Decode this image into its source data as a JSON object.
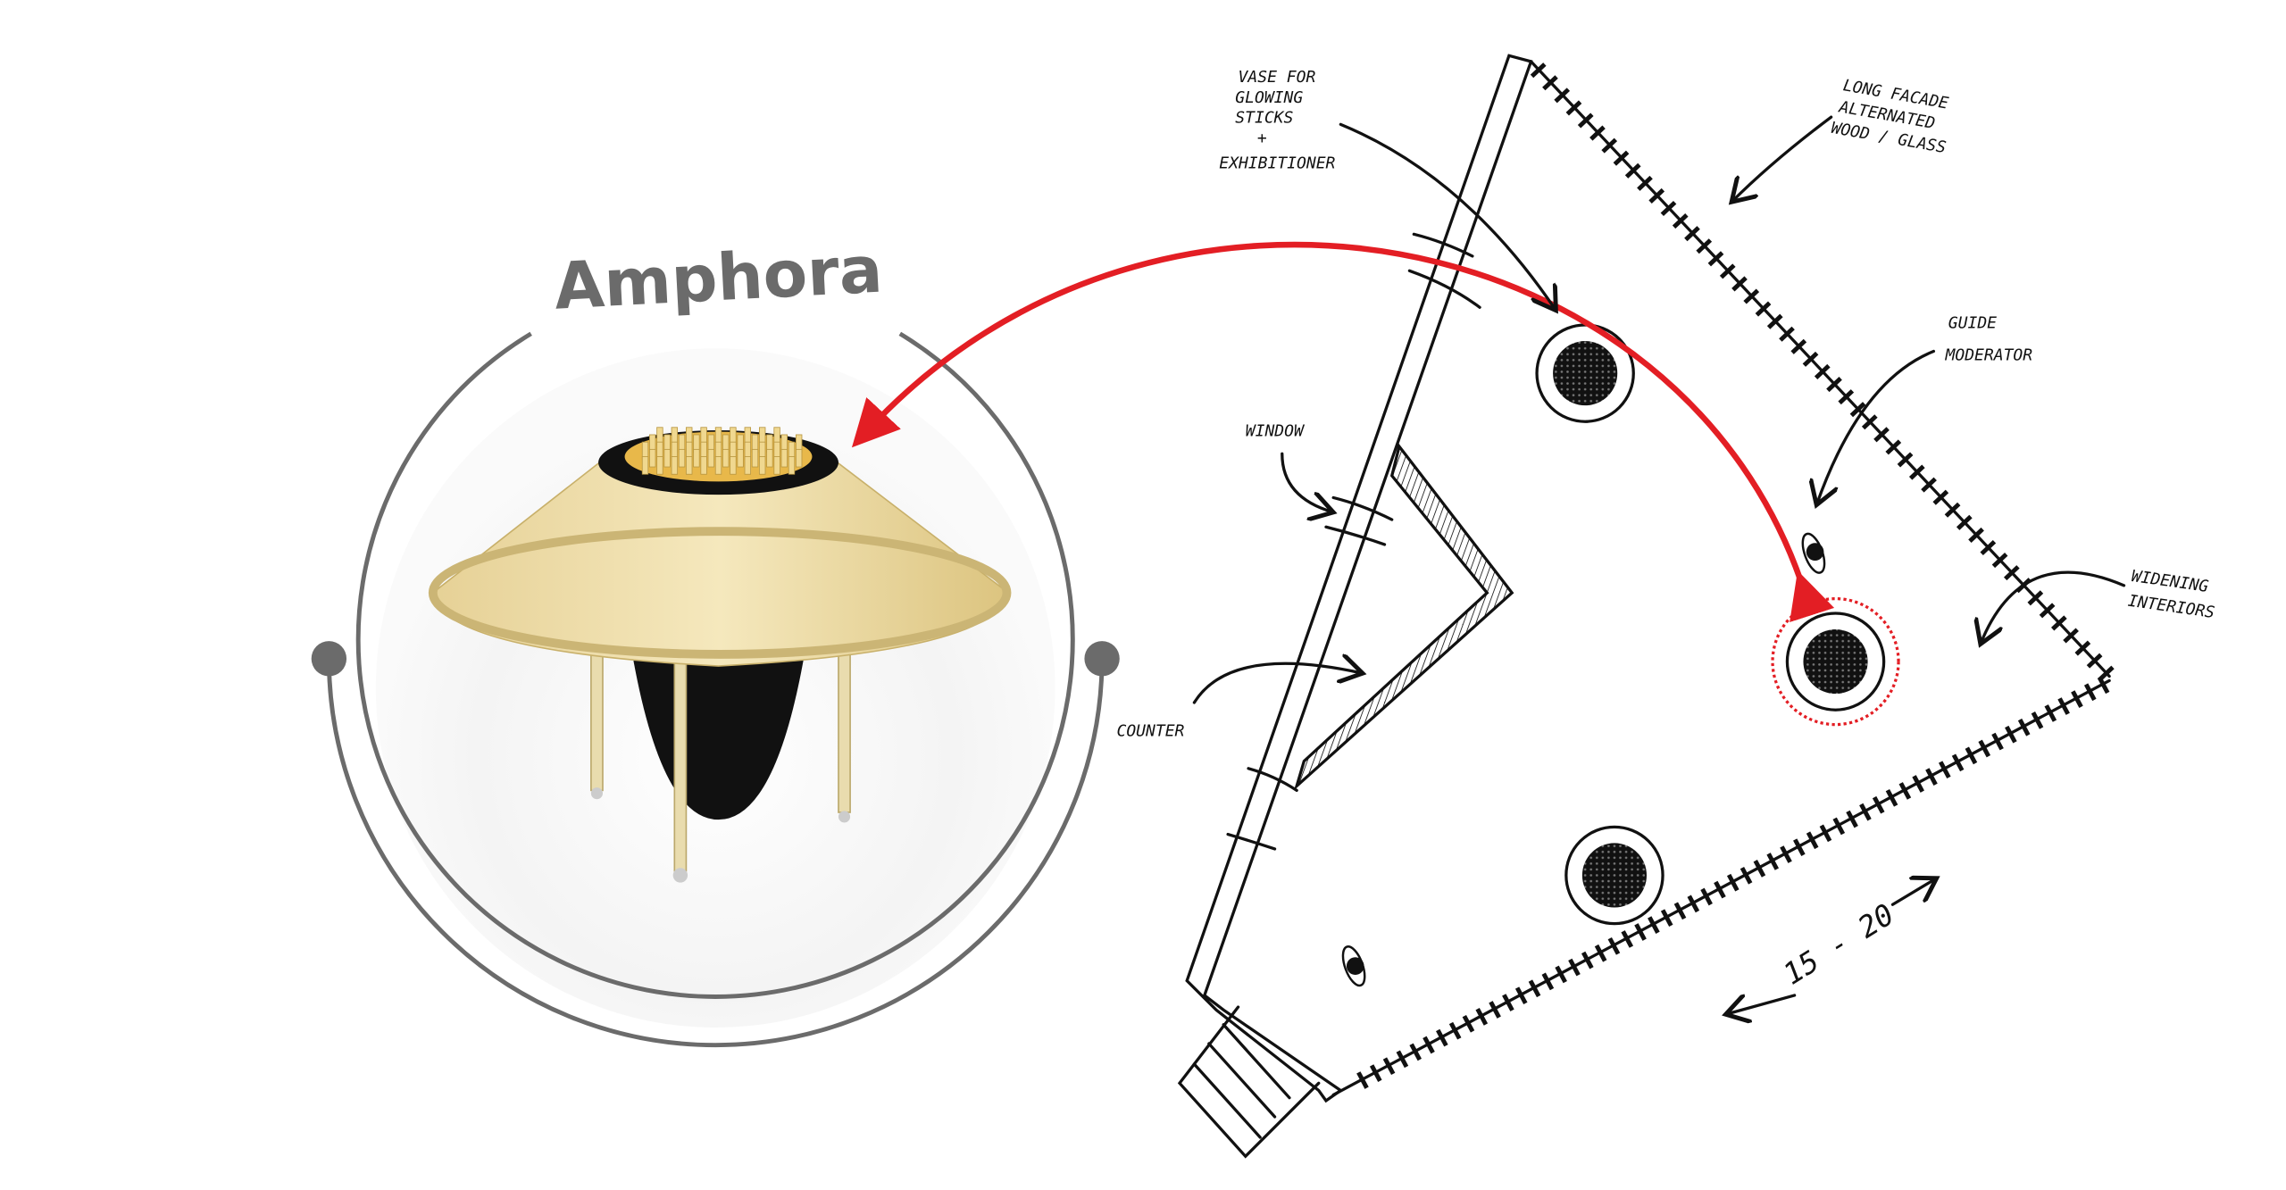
{
  "product": {
    "title": "Amphora"
  },
  "colors": {
    "accent": "#e31e24",
    "ring": "#6b6b6b",
    "wood": "#ecdca0",
    "ink": "#111111"
  },
  "labels": {
    "vase": [
      "VASE FOR",
      "GLOWING",
      "STICKS",
      "+",
      "EXHIBITIONER"
    ],
    "facade": [
      "LONG FACADE",
      "ALTERNATED",
      "WOOD / GLASS"
    ],
    "guide": [
      "GUIDE",
      "MODERATOR"
    ],
    "window": "WINDOW",
    "counter": "COUNTER",
    "widening": [
      "WIDENING",
      "INTERIORS"
    ],
    "dimension": "15 - 20"
  }
}
